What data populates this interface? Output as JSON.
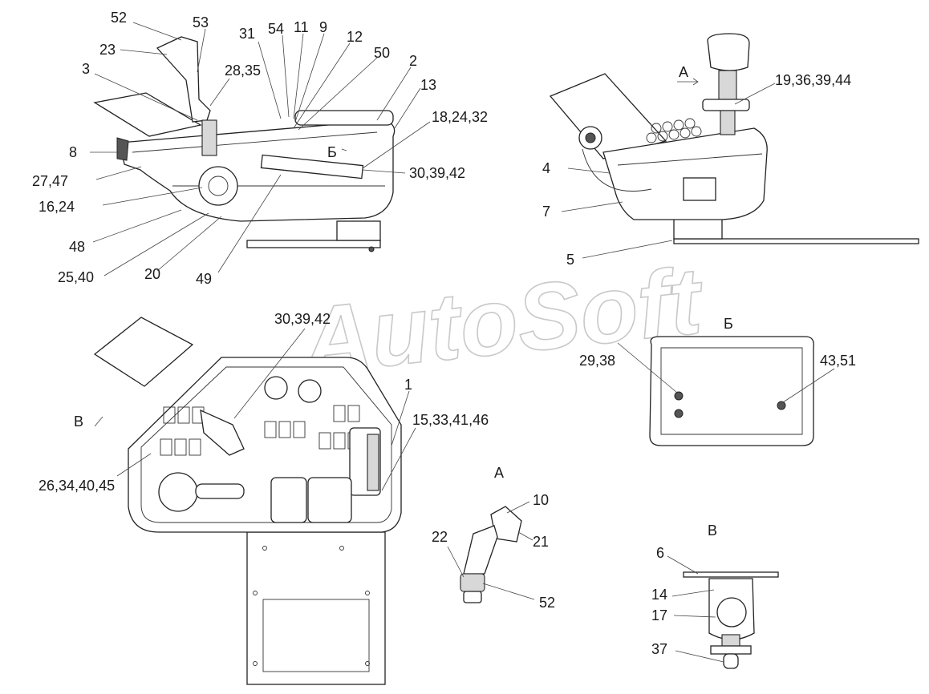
{
  "watermark": "AutoSoft",
  "views": {
    "side": {
      "callouts": [
        {
          "text": "52"
        },
        {
          "text": "53"
        },
        {
          "text": "23"
        },
        {
          "text": "3"
        },
        {
          "text": "31"
        },
        {
          "text": "54"
        },
        {
          "text": "11"
        },
        {
          "text": "9"
        },
        {
          "text": "12"
        },
        {
          "text": "50"
        },
        {
          "text": "2"
        },
        {
          "text": "13"
        },
        {
          "text": "28,35"
        },
        {
          "text": "18,24,32"
        },
        {
          "text": "8"
        },
        {
          "text": "27,47"
        },
        {
          "text": "16,24"
        },
        {
          "text": "30,39,42"
        },
        {
          "text": "48"
        },
        {
          "text": "25,40"
        },
        {
          "text": "20"
        },
        {
          "text": "49"
        }
      ],
      "section_marker": "Б"
    },
    "front": {
      "view_marker": "А",
      "callouts": [
        {
          "text": "19,36,39,44"
        },
        {
          "text": "4"
        },
        {
          "text": "7"
        },
        {
          "text": "5"
        }
      ]
    },
    "top": {
      "view_marker": "В",
      "callouts": [
        {
          "text": "30,39,42"
        },
        {
          "text": "1"
        },
        {
          "text": "15,33,41,46"
        },
        {
          "text": "26,34,40,45"
        }
      ]
    },
    "detail_b": {
      "title": "Б",
      "callouts": [
        {
          "text": "29,38"
        },
        {
          "text": "43,51"
        }
      ]
    },
    "detail_a": {
      "title": "А",
      "callouts": [
        {
          "text": "10"
        },
        {
          "text": "21"
        },
        {
          "text": "22"
        },
        {
          "text": "52"
        }
      ]
    },
    "detail_v": {
      "title": "В",
      "callouts": [
        {
          "text": "6"
        },
        {
          "text": "14"
        },
        {
          "text": "17"
        },
        {
          "text": "37"
        }
      ]
    }
  }
}
